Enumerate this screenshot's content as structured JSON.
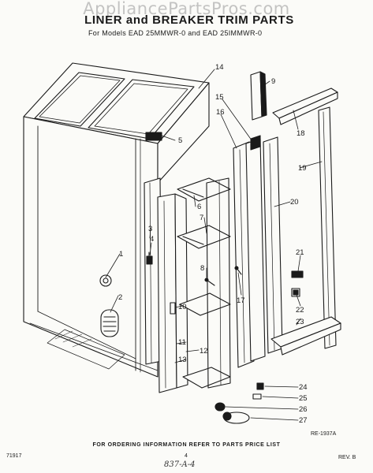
{
  "watermark": "AppliancePartsPros.com",
  "title": "LINER and BREAKER TRIM PARTS",
  "subtitle": "For Models EAD 25MMWR-0 and EAD 25IMMWR-0",
  "callouts": {
    "c1": "1",
    "c2": "2",
    "c3": "3",
    "c4": "4",
    "c5": "5",
    "c6": "6",
    "c7": "7",
    "c8": "8",
    "c9": "9",
    "c10": "10",
    "c11": "11",
    "c12": "12",
    "c13": "13",
    "c14": "14",
    "c15": "15",
    "c16": "16",
    "c17": "17",
    "c18": "18",
    "c19": "19",
    "c20": "20",
    "c21": "21",
    "c22": "22",
    "c23": "23",
    "c24": "24",
    "c25": "25",
    "c26": "26",
    "c27": "27"
  },
  "figure_code": "RE-1937A",
  "footer": "FOR ORDERING INFORMATION REFER TO PARTS PRICE LIST",
  "page_code": "71917",
  "page_number": "4",
  "revision": "REV. B",
  "handwritten_note": "837-A-4"
}
